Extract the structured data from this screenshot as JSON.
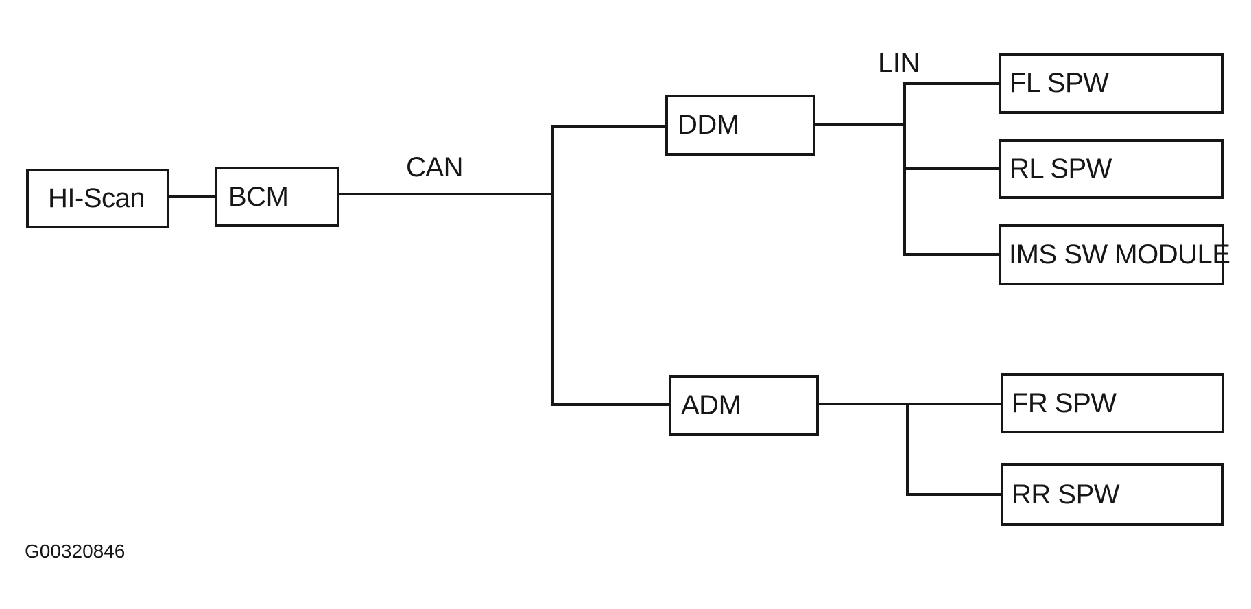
{
  "diagram": {
    "nodes": {
      "hi_scan": {
        "label": "HI-Scan"
      },
      "bcm": {
        "label": "BCM"
      },
      "ddm": {
        "label": "DDM"
      },
      "adm": {
        "label": "ADM"
      },
      "fl_spw": {
        "label": "FL SPW"
      },
      "rl_spw": {
        "label": "RL SPW"
      },
      "ims_sw_module": {
        "label": "IMS SW MODULE"
      },
      "fr_spw": {
        "label": "FR SPW"
      },
      "rr_spw": {
        "label": "RR SPW"
      }
    },
    "buses": {
      "can": {
        "label": "CAN"
      },
      "lin": {
        "label": "LIN"
      }
    },
    "figure_id": "G00320846",
    "colors": {
      "line": "#161616",
      "text": "#161616",
      "background": "#ffffff"
    }
  }
}
